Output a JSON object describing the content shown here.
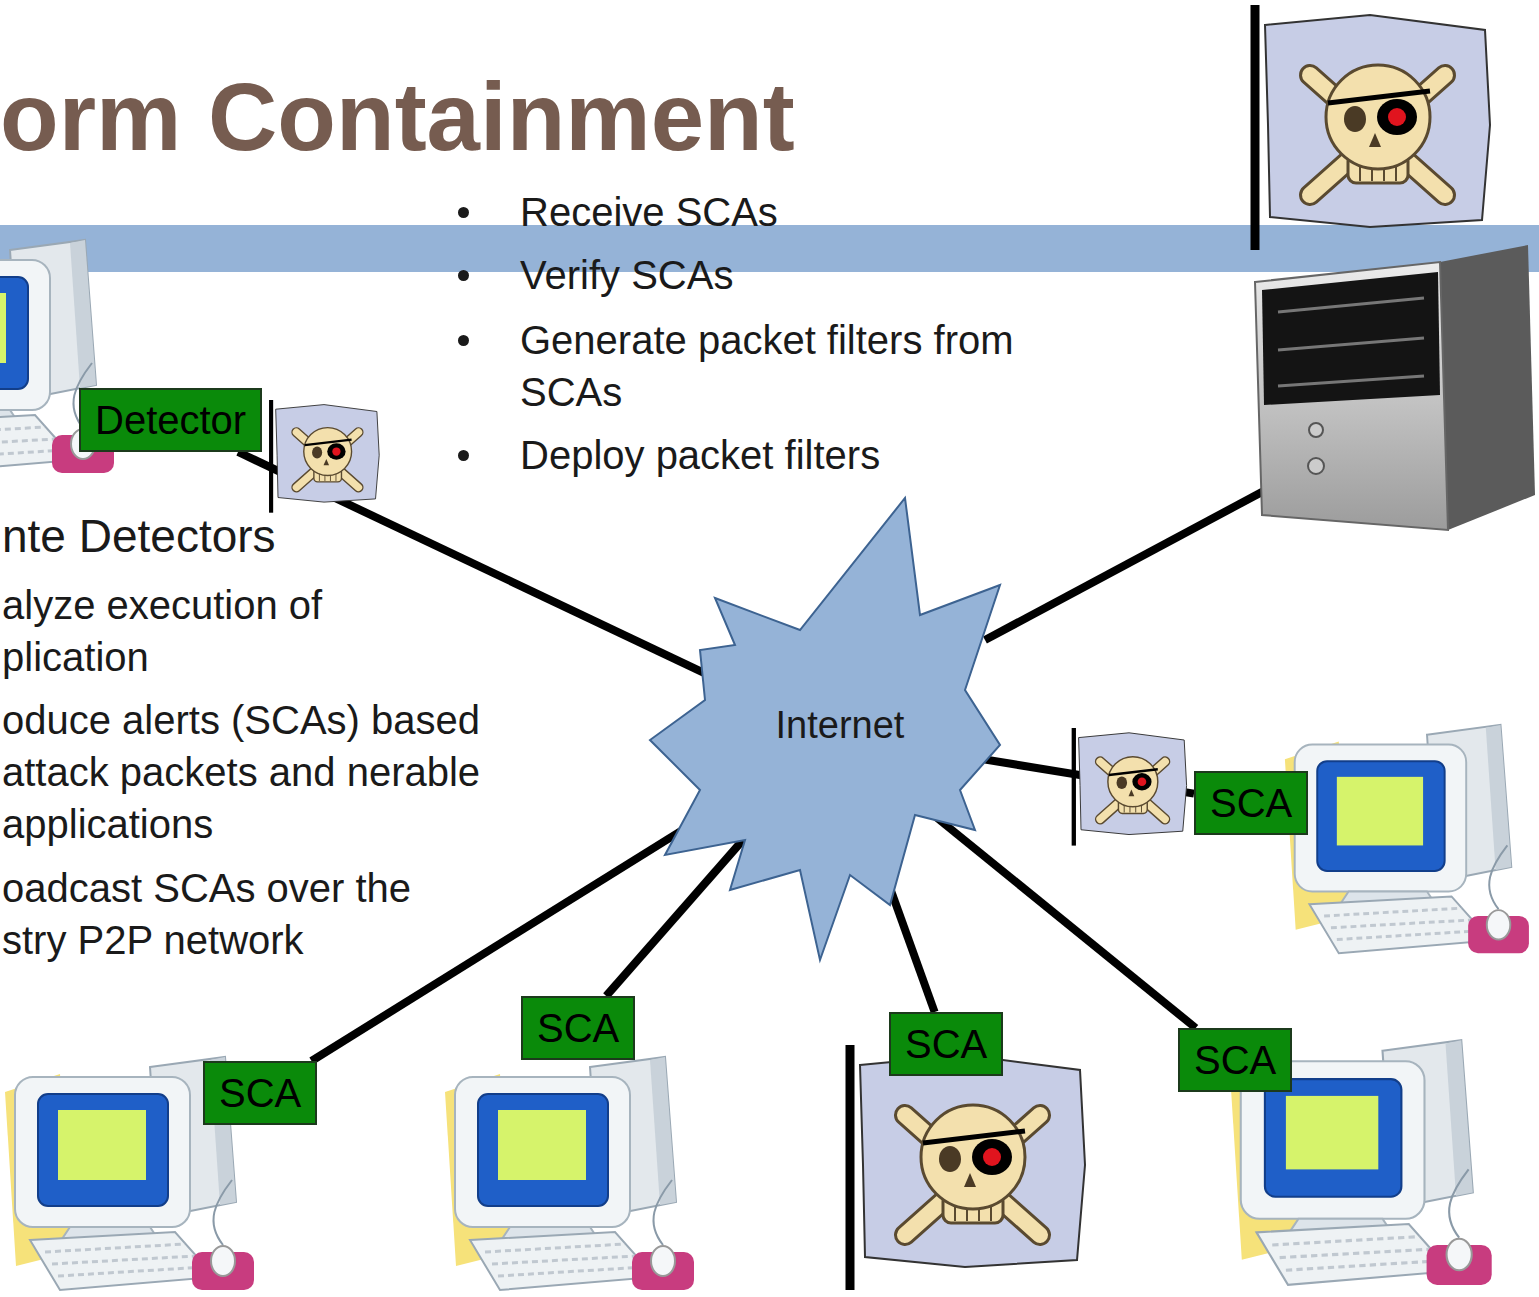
{
  "diagram": {
    "title": "orm Containment",
    "nodes": [
      {
        "text": [
          "Detector"
        ]
      },
      {
        "text": [
          "Internet"
        ]
      },
      {
        "text": [
          "SCA"
        ]
      },
      {
        "text": [
          "SCA"
        ]
      },
      {
        "text": [
          "SCA"
        ]
      },
      {
        "text": [
          "SCA"
        ]
      },
      {
        "text": [
          "SCA"
        ]
      }
    ],
    "edges": [
      {
        "from": 0,
        "to": 1,
        "arrow": "none"
      },
      {
        "from": 1,
        "to": 2,
        "arrow": "none"
      },
      {
        "from": 1,
        "to": 3,
        "arrow": "none"
      },
      {
        "from": 1,
        "to": 4,
        "arrow": "none"
      },
      {
        "from": 1,
        "to": 5,
        "arrow": "none"
      },
      {
        "from": 1,
        "to": 6,
        "arrow": "none"
      }
    ],
    "labels": [
      "Receive SCAs",
      "Verify SCAs",
      "Generate packet filters from SCAs",
      "Deploy packet filters",
      "nte Detectors",
      "alyze execution of plication",
      "oduce alerts (SCAs) based attack packets and nerable applications",
      "oadcast SCAs over the stry P2P network"
    ]
  }
}
